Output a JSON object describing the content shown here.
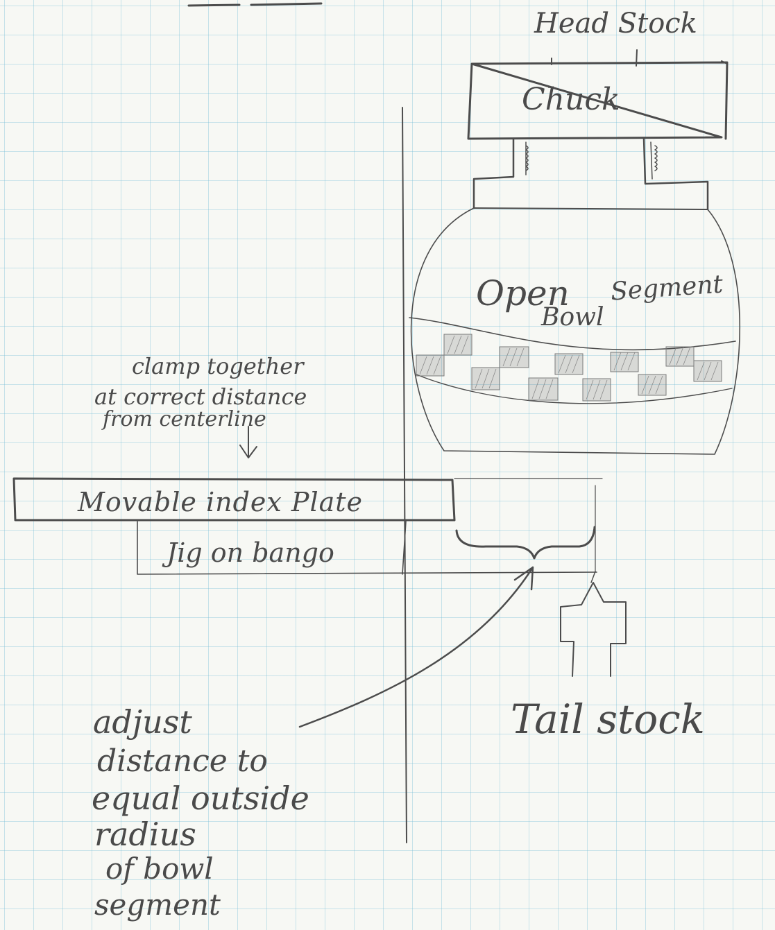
{
  "labels": {
    "head_stock": "Head Stock",
    "chuck": "Chuck",
    "open_bowl_line1": "Open",
    "open_bowl_line2": "Bowl",
    "segment": "Segment",
    "clamp_note": [
      "clamp together",
      "at correct distance",
      "from centerline"
    ],
    "index_plate": "Movable index Plate",
    "jig": "Jig on bango",
    "tail_stock": "Tail stock",
    "adjust_note": [
      "adjust",
      "distance to",
      "equal outside",
      "radius",
      "of bowl",
      "segment"
    ]
  }
}
